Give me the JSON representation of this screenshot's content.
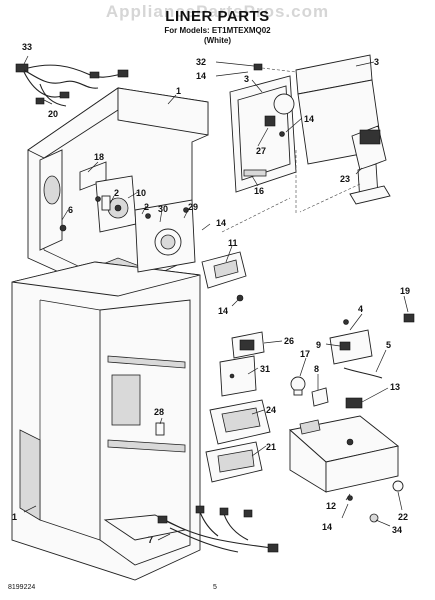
{
  "header": {
    "watermark": "AppliancePartsPros.com",
    "title": "LINER PARTS",
    "models": "For Models: ET1MTEXMQ02",
    "color": "(White)"
  },
  "footer": {
    "doc_number": "8199224",
    "page_number": "5"
  },
  "callouts": [
    "33",
    "20",
    "1",
    "18",
    "2",
    "10",
    "2",
    "30",
    "29",
    "14",
    "6",
    "11",
    "14",
    "32",
    "14",
    "3",
    "3",
    "27",
    "14",
    "16",
    "23",
    "19",
    "4",
    "9",
    "5",
    "17",
    "8",
    "13",
    "26",
    "31",
    "28",
    "24",
    "21",
    "1",
    "7",
    "12",
    "14",
    "22",
    "34"
  ]
}
